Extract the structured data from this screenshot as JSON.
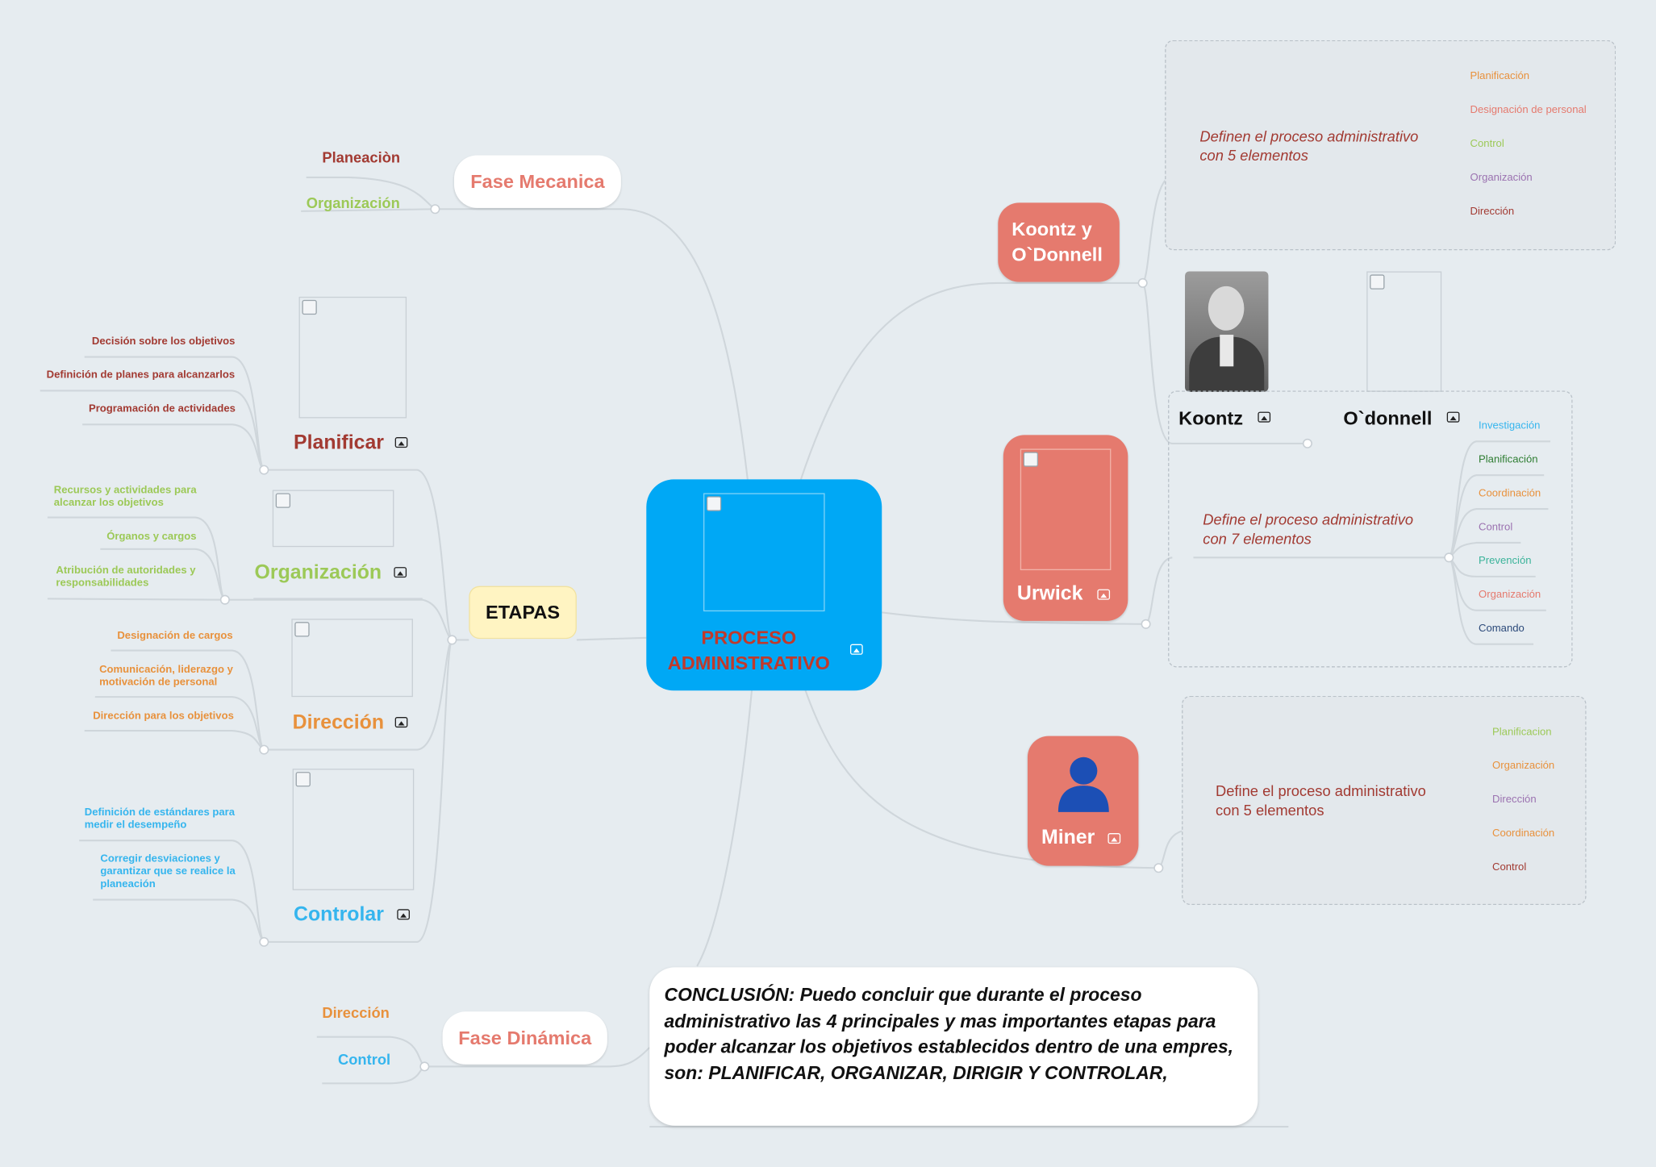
{
  "center": {
    "title": "PROCESO ADMINISTRATIVO"
  },
  "fase_mecanica": {
    "title": "Fase Mecanica",
    "items": [
      "Planeaciòn",
      "Organización"
    ]
  },
  "fase_dinamica": {
    "title": "Fase Dinámica",
    "items": [
      "Dirección",
      "Control"
    ]
  },
  "etapas": {
    "title": "ETAPAS",
    "planificar": {
      "title": "Planificar",
      "items": [
        "Decisión sobre los objetivos",
        "Definición de planes para alcanzarlos",
        "Programación de actividades"
      ]
    },
    "organizacion": {
      "title": "Organización",
      "items": [
        "Recursos y actividades para alcanzar los objetivos",
        "Órganos y cargos",
        "Atribución de autoridades y responsabilidades"
      ]
    },
    "direccion": {
      "title": "Dirección",
      "items": [
        "Designación de cargos",
        "Comunicación, liderazgo y motivación de personal",
        "Dirección para los objetivos"
      ]
    },
    "controlar": {
      "title": "Controlar",
      "items": [
        "Definición de estándares para medir el desempeño",
        "Corregir desviaciones y garantizar que se realice la planeación"
      ]
    }
  },
  "koontz_group": {
    "title": "Koontz y O`Donnell",
    "description": "Definen el proceso administrativo con 5 elementos",
    "items": [
      "Planificación",
      "Designación de personal",
      "Control",
      "Organización",
      "Dirección"
    ],
    "person1": "Koontz",
    "person2": "O`donnell"
  },
  "urwick_group": {
    "title": "Urwick",
    "description": "Define el proceso administrativo con 7 elementos",
    "items": [
      "Investigación",
      "Planificación",
      "Coordinación",
      "Control",
      "Prevención",
      "Organización",
      "Comando"
    ]
  },
  "miner_group": {
    "title": "Miner",
    "description": "Define el proceso administrativo con 5 elementos",
    "items": [
      "Planificacion",
      "Organización",
      "Dirección",
      "Coordinación",
      "Control"
    ]
  },
  "conclusion": {
    "text": "CONCLUSIÓN:  Puedo concluir que  durante el proceso administrativo las 4 principales y mas importantes etapas para poder alcanzar los objetivos establecidos dentro de una empres, son: PLANIFICAR, ORGANIZAR, DIRIGIR Y CONTROLAR,"
  },
  "colors": {
    "center": "#00a8f5",
    "center_text": "#c0392b",
    "red_node": "#e57a6e",
    "planificar": "#a23a32",
    "organizacion": "#9cc957",
    "direccion": "#e8913c",
    "controlar": "#35b5ee",
    "etapas_bg": "#fff4c2",
    "background": "#e6ecf0"
  }
}
